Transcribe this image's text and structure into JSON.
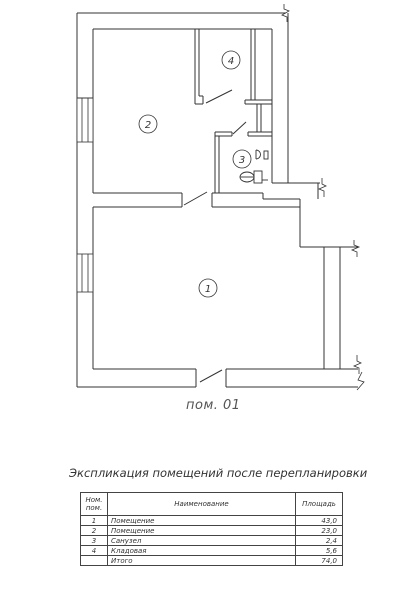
{
  "plan": {
    "caption": "пом. 01",
    "rooms": [
      {
        "number": "1"
      },
      {
        "number": "2"
      },
      {
        "number": "3"
      },
      {
        "number": "4"
      }
    ]
  },
  "explication": {
    "title": "Экспликация помещений после перепланировки",
    "headers": {
      "number": "Ном. пом.",
      "name": "Наименование",
      "area": "Площадь"
    },
    "rows": [
      {
        "number": "1",
        "name": "Помещение",
        "area": "43,0"
      },
      {
        "number": "2",
        "name": "Помещение",
        "area": "23,0"
      },
      {
        "number": "3",
        "name": "Санузел",
        "area": "2,4"
      },
      {
        "number": "4",
        "name": "Кладовая",
        "area": "5,6"
      }
    ],
    "total": {
      "name": "Итого",
      "area": "74,0"
    }
  }
}
